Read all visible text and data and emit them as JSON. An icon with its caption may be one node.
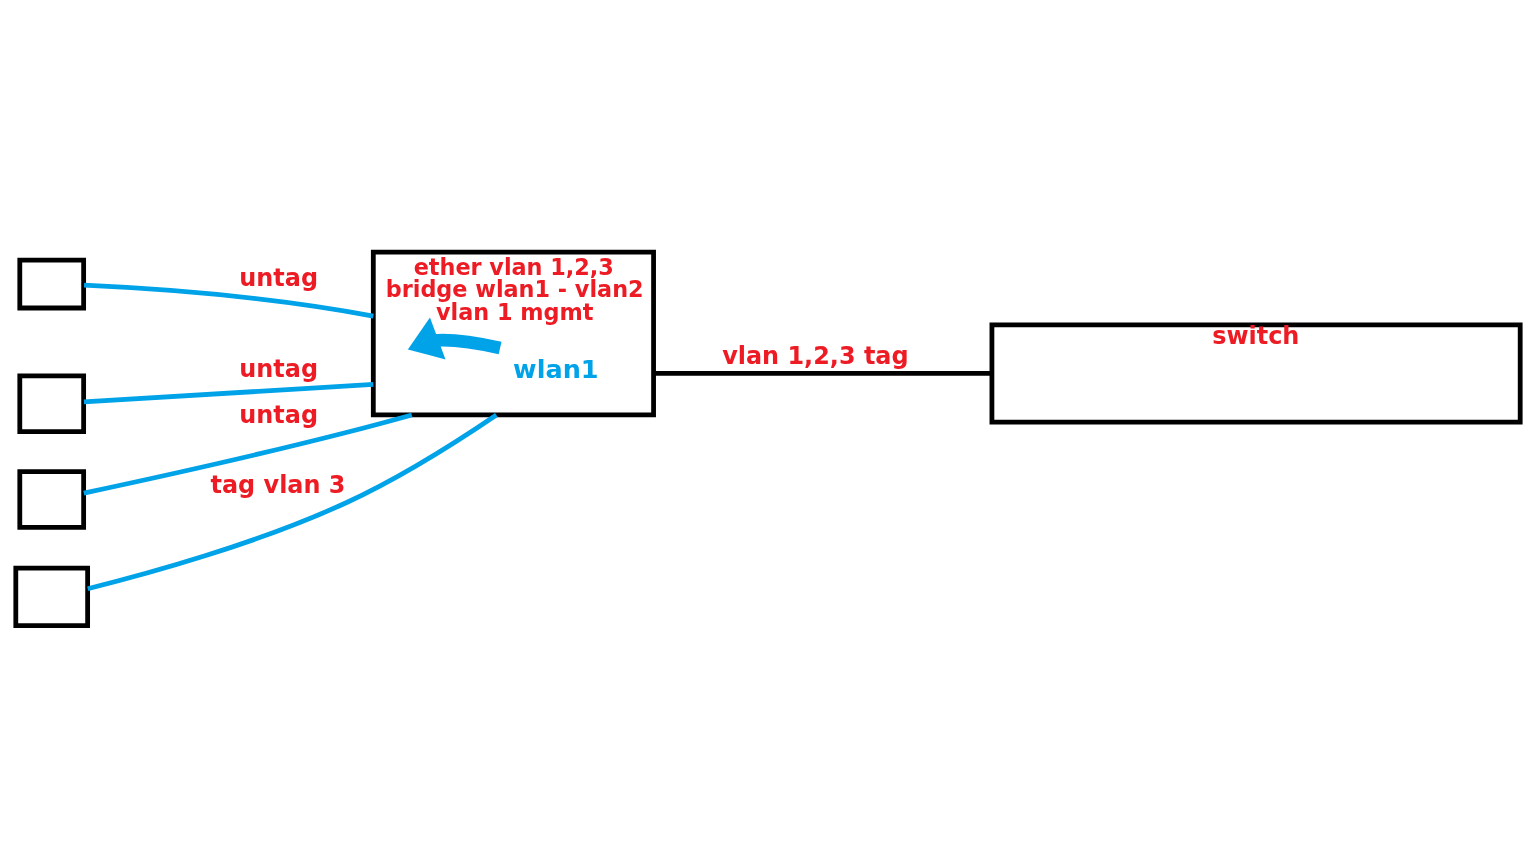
{
  "diagram": {
    "nodes": [
      {
        "text": [],
        "shape": "box"
      },
      {
        "text": [],
        "shape": "box"
      },
      {
        "text": [],
        "shape": "box"
      },
      {
        "text": [],
        "shape": "box"
      },
      {
        "text": [
          "ether vlan 1,2,3",
          "bridge wlan1 - vlan2",
          "vlan 1 mgmt"
        ]
      },
      {
        "text": [
          "wlan1"
        ],
        "in": 4
      },
      {
        "text": [
          "switch"
        ]
      }
    ],
    "edges": [
      {
        "from": 0,
        "to": 4,
        "arrow": "none",
        "label": "untag"
      },
      {
        "from": 1,
        "to": 4,
        "arrow": "none",
        "label": "untag"
      },
      {
        "from": 2,
        "to": 4,
        "arrow": "none",
        "label": "untag"
      },
      {
        "from": 3,
        "to": 4,
        "arrow": "none",
        "label": "tag vlan 3"
      },
      {
        "from": 5,
        "to": null,
        "arrow": "to",
        "style": "thick"
      },
      {
        "from": 4,
        "to": 6,
        "arrow": "none",
        "label": "vlan 1,2,3 tag",
        "color": "#000000"
      }
    ]
  }
}
